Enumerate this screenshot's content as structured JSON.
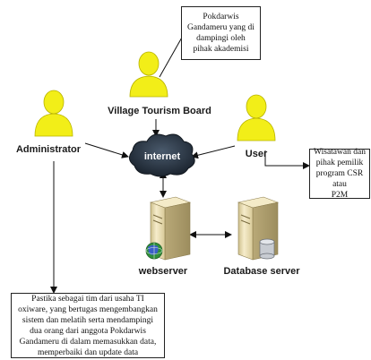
{
  "actors": {
    "board": "Village Tourism Board",
    "admin": "Administrator",
    "user": "User"
  },
  "network": {
    "label": "internet"
  },
  "servers": {
    "web": "webserver",
    "db": "Database server"
  },
  "notes": {
    "top": [
      "Pokdarwis",
      "Gandameru yang di",
      "dampingi oleh",
      "pihak akademisi"
    ],
    "right": [
      "Wisatawan dan",
      "pihak pemilik",
      "program CSR atau",
      "P2M"
    ],
    "bottom": [
      "Pastika sebagai tim dari usaha TI",
      "oxiware, yang bertugas mengembangkan",
      "sistem dan melatih serta mendampingi",
      "dua orang dari anggota Pokdarwis",
      "Gandameru di dalam memasukkan data,",
      "memperbaiki dan update data"
    ]
  },
  "colors": {
    "actor": "#f2ee18",
    "actor_stroke": "#b8b300",
    "cloud": "#26323f",
    "server": "#efe3b8"
  },
  "icons": [
    "person-icon",
    "cloud-icon",
    "server-icon",
    "globe-icon",
    "database-icon"
  ]
}
